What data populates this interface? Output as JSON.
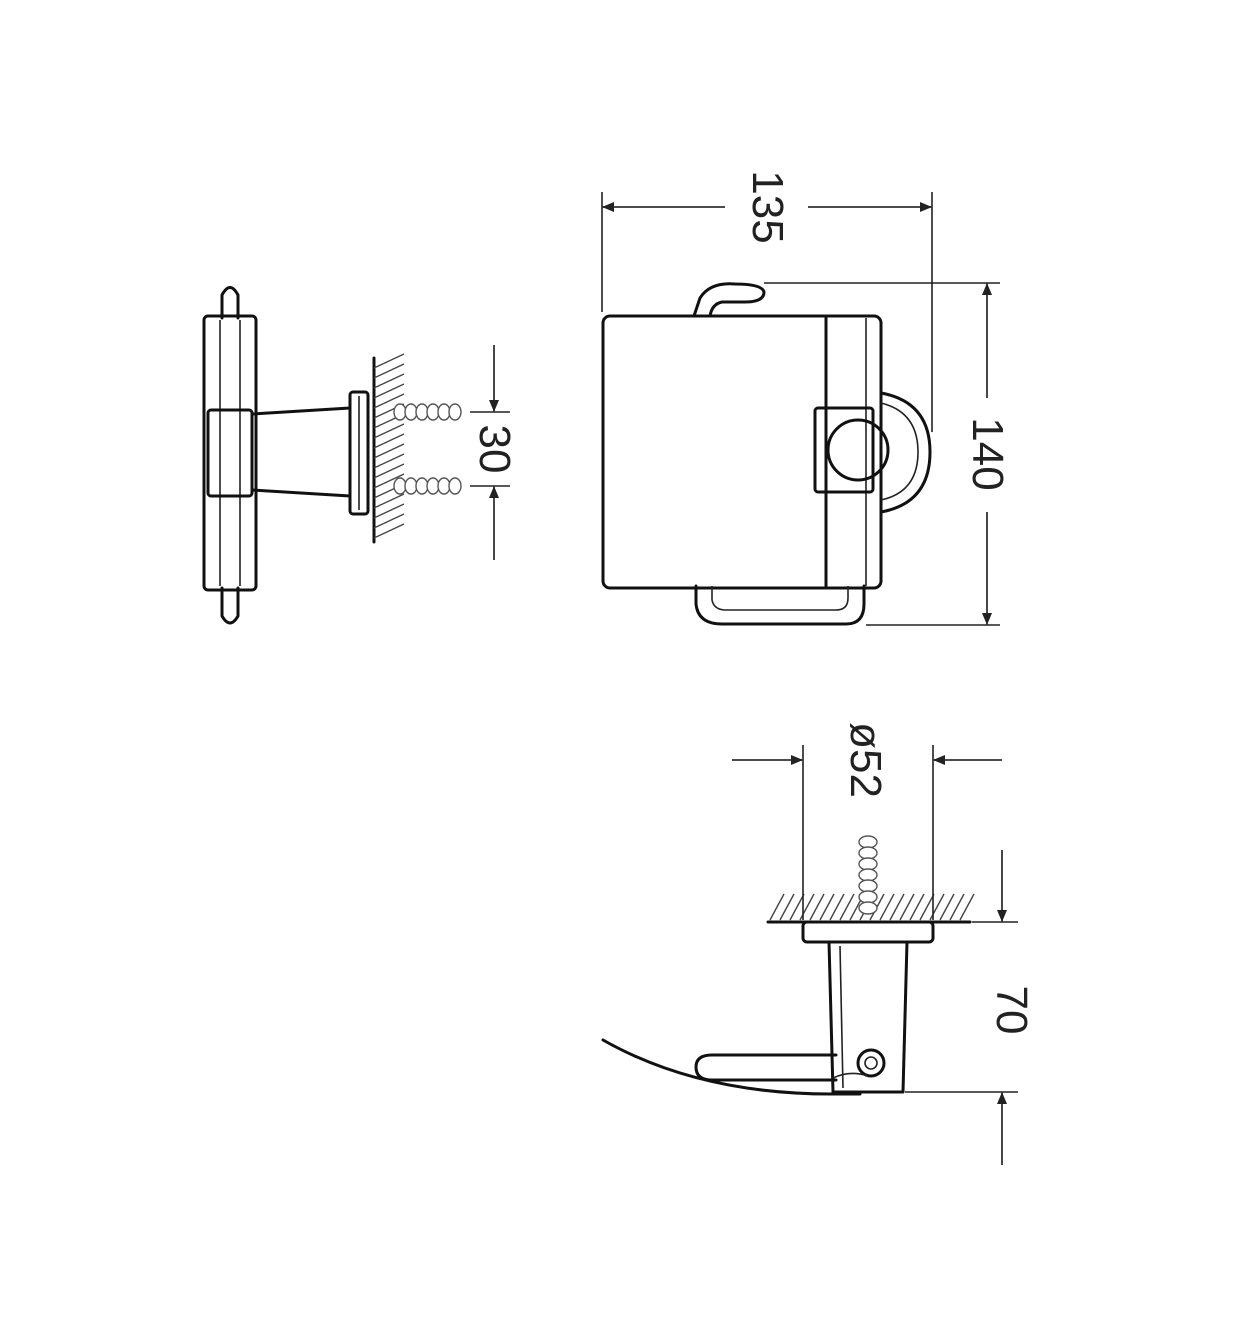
{
  "colors": {
    "line": "#111111",
    "dimension": "#333333",
    "background": "#ffffff"
  },
  "dimensions": {
    "width": "135",
    "height": "140",
    "screw_spacing": "30",
    "diameter": "ø52",
    "depth": "70"
  }
}
